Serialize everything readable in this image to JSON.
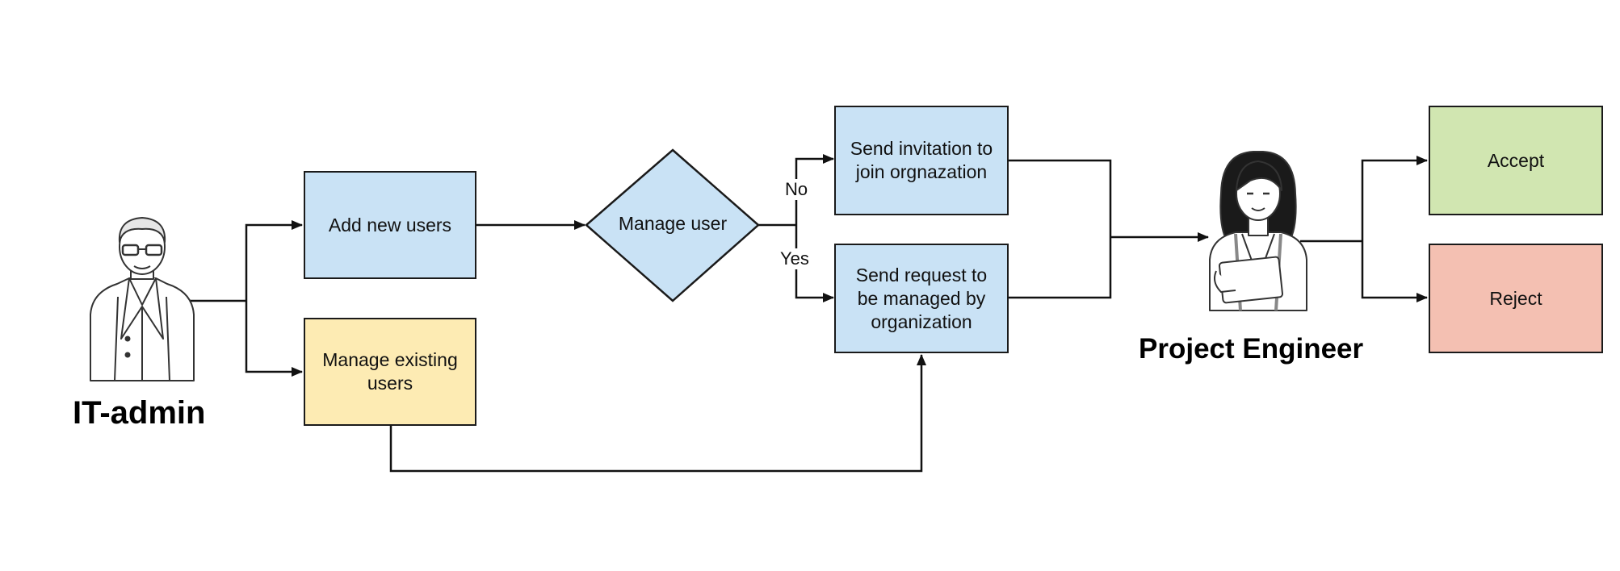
{
  "nodes": {
    "add_new_users": "Add new users",
    "manage_existing_users": "Manage existing\nusers",
    "manage_user": "Manage user",
    "send_invitation": "Send invitation to\njoin orgnazation",
    "send_request": "Send request to\nbe managed by\norganization",
    "accept": "Accept",
    "reject": "Reject"
  },
  "edge_labels": {
    "no": "No",
    "yes": "Yes"
  },
  "actors": {
    "it_admin": "IT-admin",
    "project_engineer": "Project Engineer"
  },
  "colors": {
    "process_blue": "#c9e2f5",
    "existing_yellow": "#fdebb3",
    "accept_green": "#d1e6b1",
    "reject_red": "#f4c0b2"
  },
  "icons": {
    "it_admin": "man-with-glasses-icon",
    "project_engineer": "woman-with-tablet-icon"
  }
}
